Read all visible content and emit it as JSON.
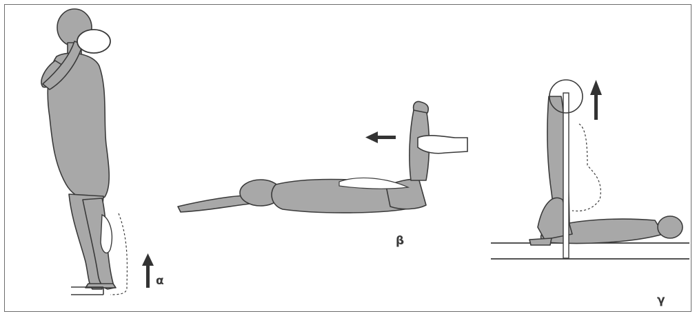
{
  "figure": {
    "labels": {
      "alpha": "α",
      "beta": "β",
      "gamma": "γ"
    },
    "colors": {
      "figure_fill": "#a8a8a8",
      "outline": "#3a3a3a",
      "arrow": "#333333",
      "background": "#ffffff"
    }
  }
}
